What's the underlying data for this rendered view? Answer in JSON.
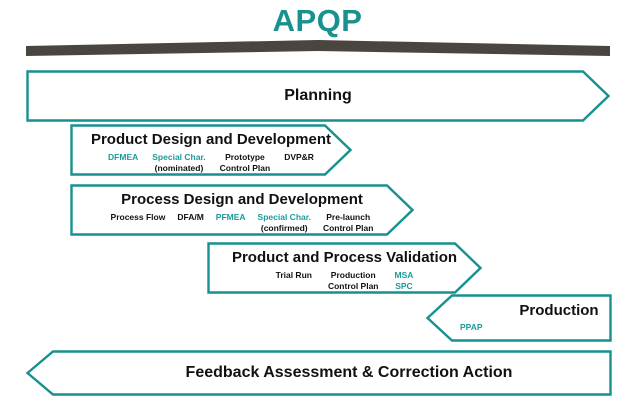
{
  "page": {
    "title": "APQP",
    "accent_color": "#18918f",
    "bar_color": "#4a453f",
    "text_color": "#111111"
  },
  "bands": [
    {
      "id": "planning",
      "title": "Planning",
      "shape": "right-arrow",
      "sub_items": []
    },
    {
      "id": "product-design",
      "title": "Product Design and Development",
      "shape": "right-arrow",
      "sub_items": [
        {
          "line1": "DFMEA",
          "line1_color": "teal",
          "line2": "",
          "line2_color": "dark"
        },
        {
          "line1": "Special Char.",
          "line1_color": "teal",
          "line2": "(nominated)",
          "line2_color": "dark"
        },
        {
          "line1": "Prototype",
          "line1_color": "dark",
          "line2": "Control Plan",
          "line2_color": "dark"
        },
        {
          "line1": "DVP&R",
          "line1_color": "dark",
          "line2": "",
          "line2_color": "dark"
        }
      ]
    },
    {
      "id": "process-design",
      "title": "Process Design and Development",
      "shape": "right-arrow",
      "sub_items": [
        {
          "line1": "Process Flow",
          "line1_color": "dark",
          "line2": "",
          "line2_color": "dark"
        },
        {
          "line1": "DFA/M",
          "line1_color": "dark",
          "line2": "",
          "line2_color": "dark"
        },
        {
          "line1": "PFMEA",
          "line1_color": "teal",
          "line2": "",
          "line2_color": "dark"
        },
        {
          "line1": "Special Char.",
          "line1_color": "teal",
          "line2": "(confirmed)",
          "line2_color": "dark"
        },
        {
          "line1": "Pre-launch",
          "line1_color": "dark",
          "line2": "Control Plan",
          "line2_color": "dark"
        }
      ]
    },
    {
      "id": "validation",
      "title": "Product and Process Validation",
      "shape": "right-arrow",
      "sub_items": [
        {
          "line1": "Trial Run",
          "line1_color": "dark",
          "line2": "",
          "line2_color": "dark"
        },
        {
          "line1": "Production",
          "line1_color": "dark",
          "line2": "Control Plan",
          "line2_color": "dark"
        },
        {
          "line1": "MSA",
          "line1_color": "teal",
          "line2": "SPC",
          "line2_color": "teal"
        }
      ]
    },
    {
      "id": "production",
      "title": "Production",
      "shape": "left-notch",
      "sub_items": [
        {
          "line1": "PPAP",
          "line1_color": "teal",
          "line2": "",
          "line2_color": "dark"
        }
      ]
    },
    {
      "id": "feedback",
      "title": "Feedback Assessment & Correction Action",
      "shape": "left-arrow",
      "sub_items": []
    }
  ]
}
